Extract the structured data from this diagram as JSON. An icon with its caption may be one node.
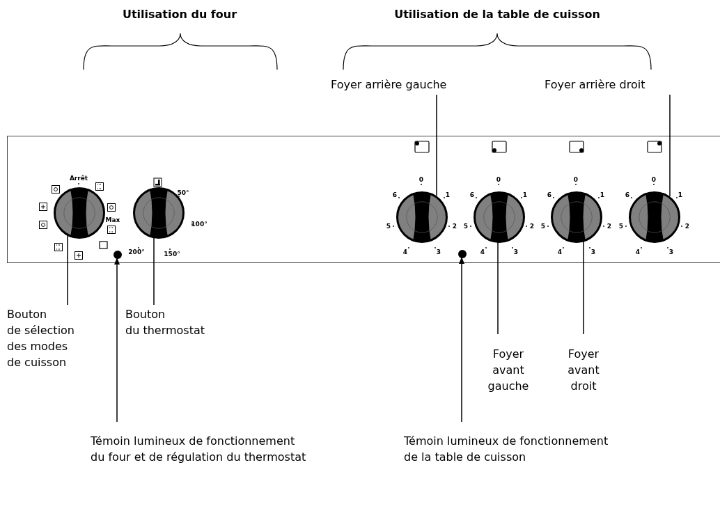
{
  "diagram": {
    "nodes": [
      {
        "text": [
          "Foyer arrière gauche"
        ]
      },
      {
        "text": [
          "Foyer arrière droit"
        ]
      },
      {
        "text": [],
        "shape": "box"
      },
      {
        "text": [],
        "shape": "circle",
        "in": 2
      },
      {
        "text": [],
        "shape": "circle",
        "in": 2
      },
      {
        "text": [],
        "shape": "circle",
        "in": 2
      },
      {
        "text": [],
        "shape": "circle",
        "in": 2
      },
      {
        "text": [],
        "shape": "circle",
        "in": 2
      },
      {
        "text": [],
        "shape": "circle",
        "in": 2
      },
      {
        "text": [],
        "shape": "circle",
        "in": 2
      },
      {
        "text": [],
        "shape": "circle",
        "in": 2
      },
      {
        "text": [
          "Bouton de sélection des modes de cuisson"
        ]
      },
      {
        "text": [
          "Bouton du thermostat"
        ]
      },
      {
        "text": [
          "Foyer avant gauche"
        ]
      },
      {
        "text": [
          "Foyer avant droit"
        ]
      },
      {
        "text": [
          "Témoin lumineux de fonctionnement du four et de régulation du thermostat"
        ]
      },
      {
        "text": [
          "Témoin lumineux de fonctionnement de la table de cuisson"
        ]
      }
    ],
    "edges": [
      {
        "from": 0,
        "to": 6,
        "arrow": "none"
      },
      {
        "from": 1,
        "to": 9,
        "arrow": "none"
      },
      {
        "from": 11,
        "to": 3,
        "arrow": "none"
      },
      {
        "from": 12,
        "to": 4,
        "arrow": "none"
      },
      {
        "from": 13,
        "to": 7,
        "arrow": "none"
      },
      {
        "from": 14,
        "to": 8,
        "arrow": "none"
      },
      {
        "from": 15,
        "to": 5,
        "arrow": "to"
      },
      {
        "from": 16,
        "to": 10,
        "arrow": "to"
      }
    ],
    "labels": [
      "Utilisation du four",
      "Utilisation de la table de cuisson",
      "Arrêt",
      "Max",
      "50°",
      "100°",
      "150°",
      "200°",
      "0",
      "1",
      "2",
      "3",
      "4",
      "5",
      "6",
      "0",
      "1",
      "2",
      "3",
      "4",
      "5",
      "6",
      "0",
      "1",
      "2",
      "3",
      "4",
      "5",
      "6",
      "0",
      "1",
      "2",
      "3",
      "4",
      "5",
      "6"
    ]
  }
}
